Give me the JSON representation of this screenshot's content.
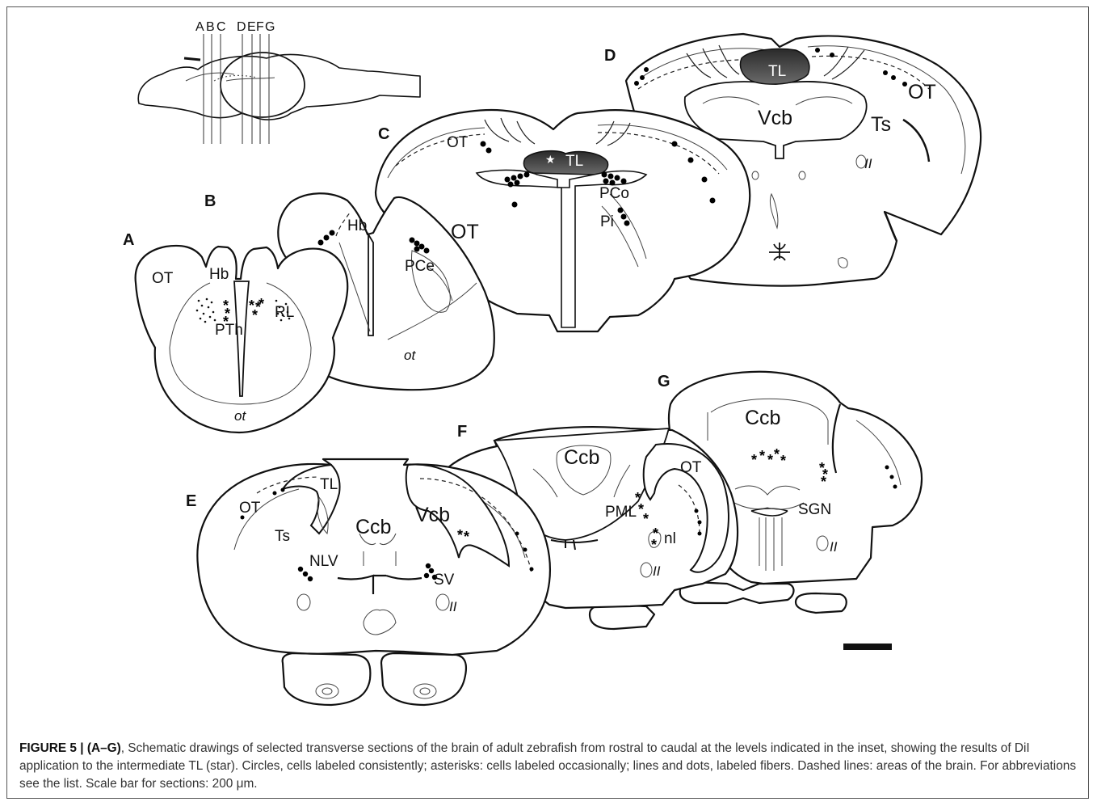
{
  "inset": {
    "labels": [
      "A",
      "B",
      "C",
      "D",
      "E",
      "F",
      "G"
    ]
  },
  "panels": {
    "A": {
      "letter": "A",
      "labels": {
        "ot_area": "OT",
        "hb": "Hb",
        "pth": "PTh",
        "rl": "RL",
        "ot_tract": "ot"
      }
    },
    "B": {
      "letter": "B",
      "labels": {
        "hb": "Hb",
        "pce": "PCe",
        "ot_area": "OT",
        "ot_tract": "ot"
      }
    },
    "C": {
      "letter": "C",
      "labels": {
        "ot_area": "OT",
        "tl": "TL",
        "star": "★",
        "pco": "PCo",
        "pi": "Pi"
      }
    },
    "D": {
      "letter": "D",
      "labels": {
        "tl": "TL",
        "vcb": "Vcb",
        "ot_area": "OT",
        "ts": "Ts",
        "ii": "II"
      }
    },
    "E": {
      "letter": "E",
      "labels": {
        "ot_area": "OT",
        "tl": "TL",
        "ts": "Ts",
        "ccb": "Ccb",
        "vcb": "Vcb",
        "nlv": "NLV",
        "sv": "SV",
        "ii": "II"
      }
    },
    "F": {
      "letter": "F",
      "labels": {
        "ccb": "Ccb",
        "pml": "PML",
        "nl": "nl",
        "ii": "II"
      }
    },
    "G": {
      "letter": "G",
      "labels": {
        "ccb": "Ccb",
        "ot_area": "OT",
        "sgn": "SGN",
        "ii": "II"
      }
    }
  },
  "caption": {
    "figure_label": "FIGURE 5 | (A–G)",
    "text": ", Schematic drawings of selected transverse sections of the brain of adult zebrafish from rostral to caudal at the levels indicated in the inset, showing the results of DiI application to the intermediate TL (star). Circles, cells labeled consistently; asterisks: cells labeled occasionally; lines and dots, labeled fibers. Dashed lines: areas of the brain. For abbreviations see the list. Scale bar for sections: 200 μm."
  },
  "colors": {
    "tl_fill": "#3a3a3a",
    "outline": "#111111",
    "caption_text": "#333333"
  }
}
